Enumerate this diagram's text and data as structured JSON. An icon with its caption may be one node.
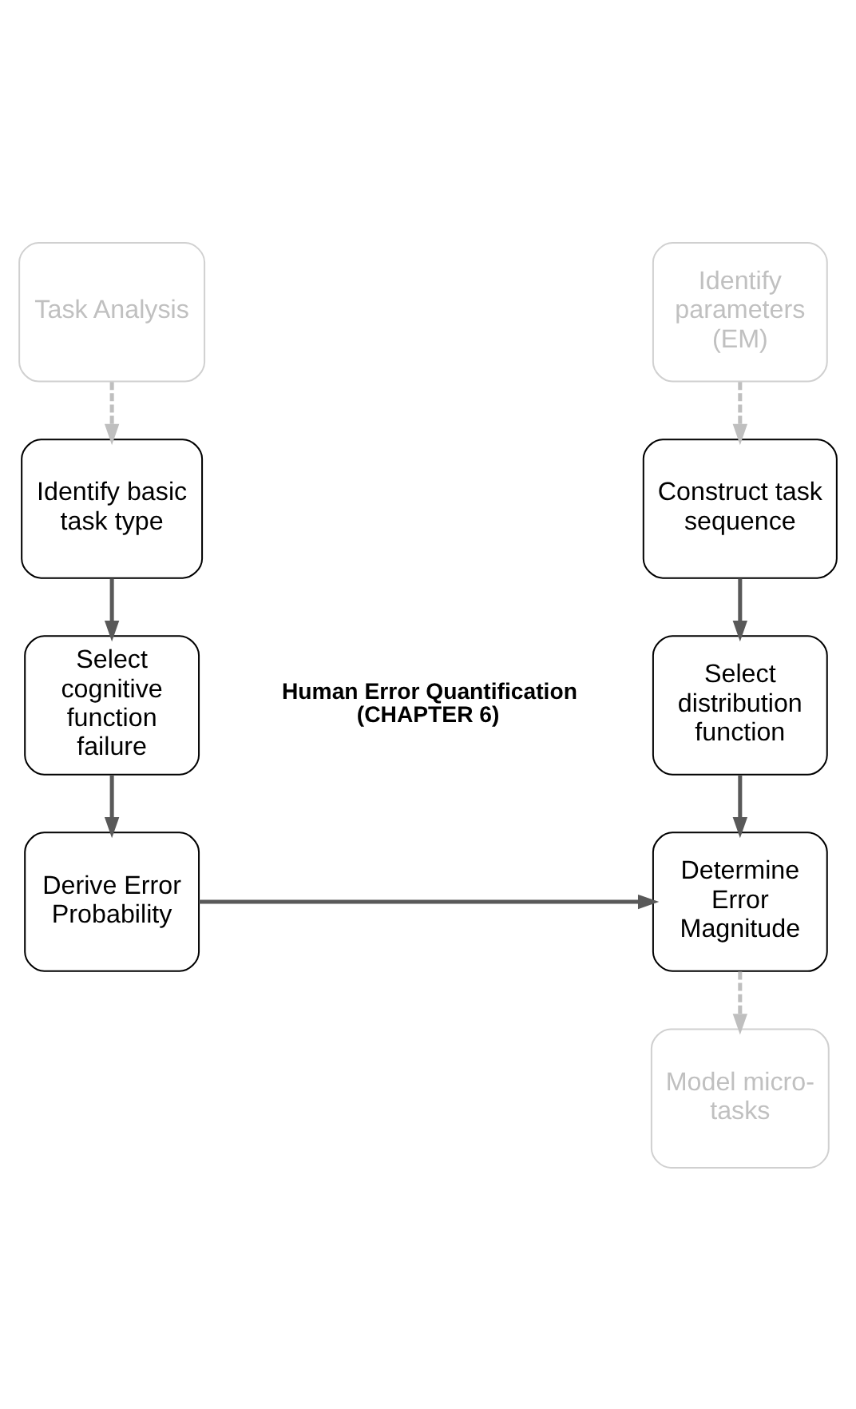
{
  "diagram": {
    "nodes": [
      {
        "text": [
          "Task Analysis"
        ]
      },
      {
        "text": [
          "Identify parameters (EM)"
        ]
      },
      {
        "text": [
          "Identify basic task type"
        ]
      },
      {
        "text": [
          "Construct task sequence"
        ]
      },
      {
        "text": [
          "Select cognitive function failure"
        ]
      },
      {
        "text": [
          "Select distribution function"
        ]
      },
      {
        "text": [
          "Derive Error Probability"
        ]
      },
      {
        "text": [
          "Determine Error Magnitude"
        ]
      },
      {
        "text": [
          "Model micro-tasks"
        ]
      }
    ],
    "edges": [
      {
        "from": 0,
        "to": 2,
        "arrow": "to",
        "style": "dashed",
        "color": "#bfbfbf"
      },
      {
        "from": 1,
        "to": 3,
        "arrow": "to",
        "style": "dashed",
        "color": "#bfbfbf"
      },
      {
        "from": 2,
        "to": 4,
        "arrow": "to"
      },
      {
        "from": 4,
        "to": 6,
        "arrow": "to"
      },
      {
        "from": 3,
        "to": 5,
        "arrow": "to"
      },
      {
        "from": 5,
        "to": 7,
        "arrow": "to"
      },
      {
        "from": 6,
        "to": 7,
        "arrow": "to"
      },
      {
        "from": 7,
        "to": 8,
        "arrow": "to",
        "style": "dashed",
        "color": "#bfbfbf"
      }
    ],
    "labels": [
      "Human Error Quantification (CHAPTER 6)"
    ]
  }
}
